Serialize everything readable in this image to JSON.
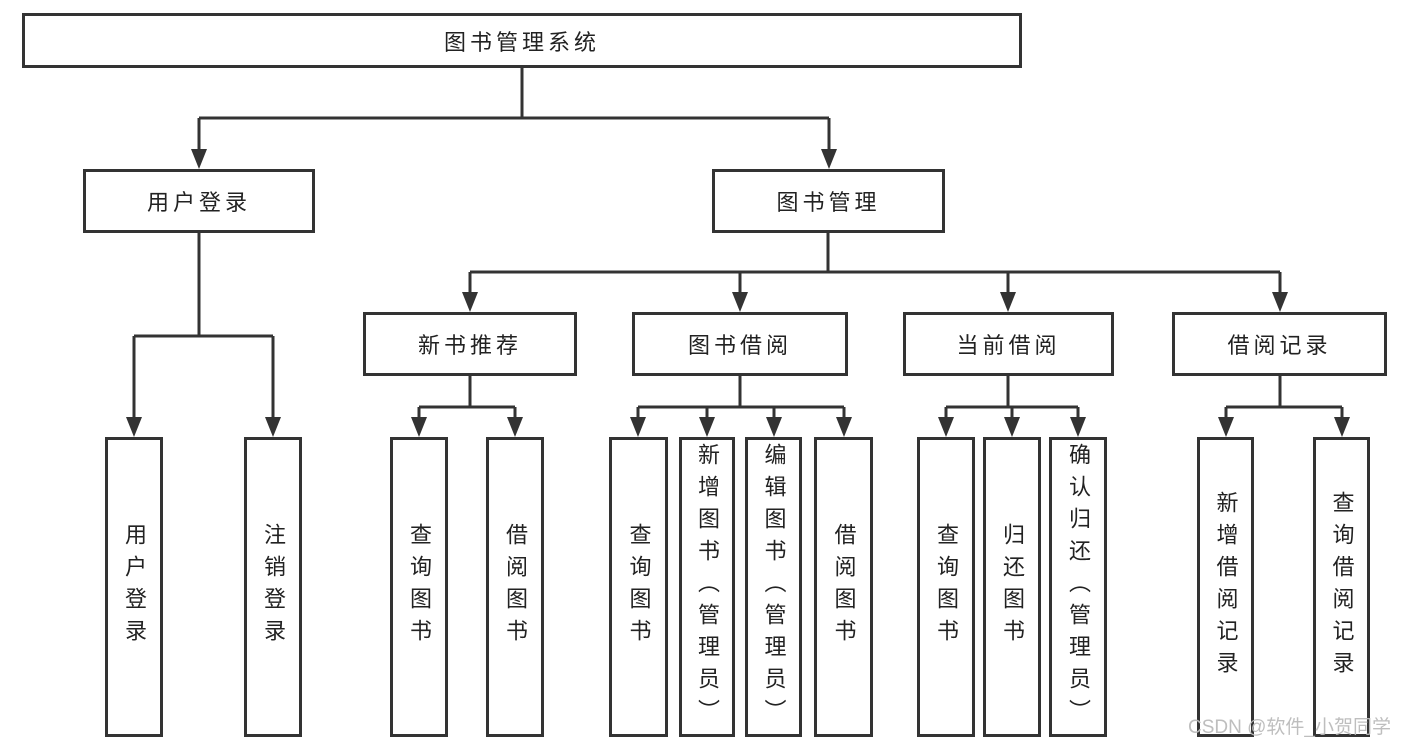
{
  "diagram": {
    "root": {
      "label": "图书管理系统"
    },
    "branches": [
      {
        "label": "用户登录",
        "children": [
          {
            "label": "用户登录"
          },
          {
            "label": "注销登录"
          }
        ]
      },
      {
        "label": "图书管理",
        "children": [
          {
            "label": "新书推荐",
            "children": [
              {
                "label": "查询图书"
              },
              {
                "label": "借阅图书"
              }
            ]
          },
          {
            "label": "图书借阅",
            "children": [
              {
                "label": "查询图书"
              },
              {
                "label": "新增图书（管理员）"
              },
              {
                "label": "编辑图书（管理员）"
              },
              {
                "label": "借阅图书"
              }
            ]
          },
          {
            "label": "当前借阅",
            "children": [
              {
                "label": "查询图书"
              },
              {
                "label": "归还图书"
              },
              {
                "label": "确认归还（管理员）"
              }
            ]
          },
          {
            "label": "借阅记录",
            "children": [
              {
                "label": "新增借阅记录"
              },
              {
                "label": "查询借阅记录"
              }
            ]
          }
        ]
      }
    ]
  },
  "watermark": {
    "text": "CSDN @软件_小贺同学"
  },
  "colors": {
    "line": "#333333",
    "box_border": "#333333",
    "text": "#222222",
    "watermark": "#bababa",
    "background": "#ffffff"
  }
}
